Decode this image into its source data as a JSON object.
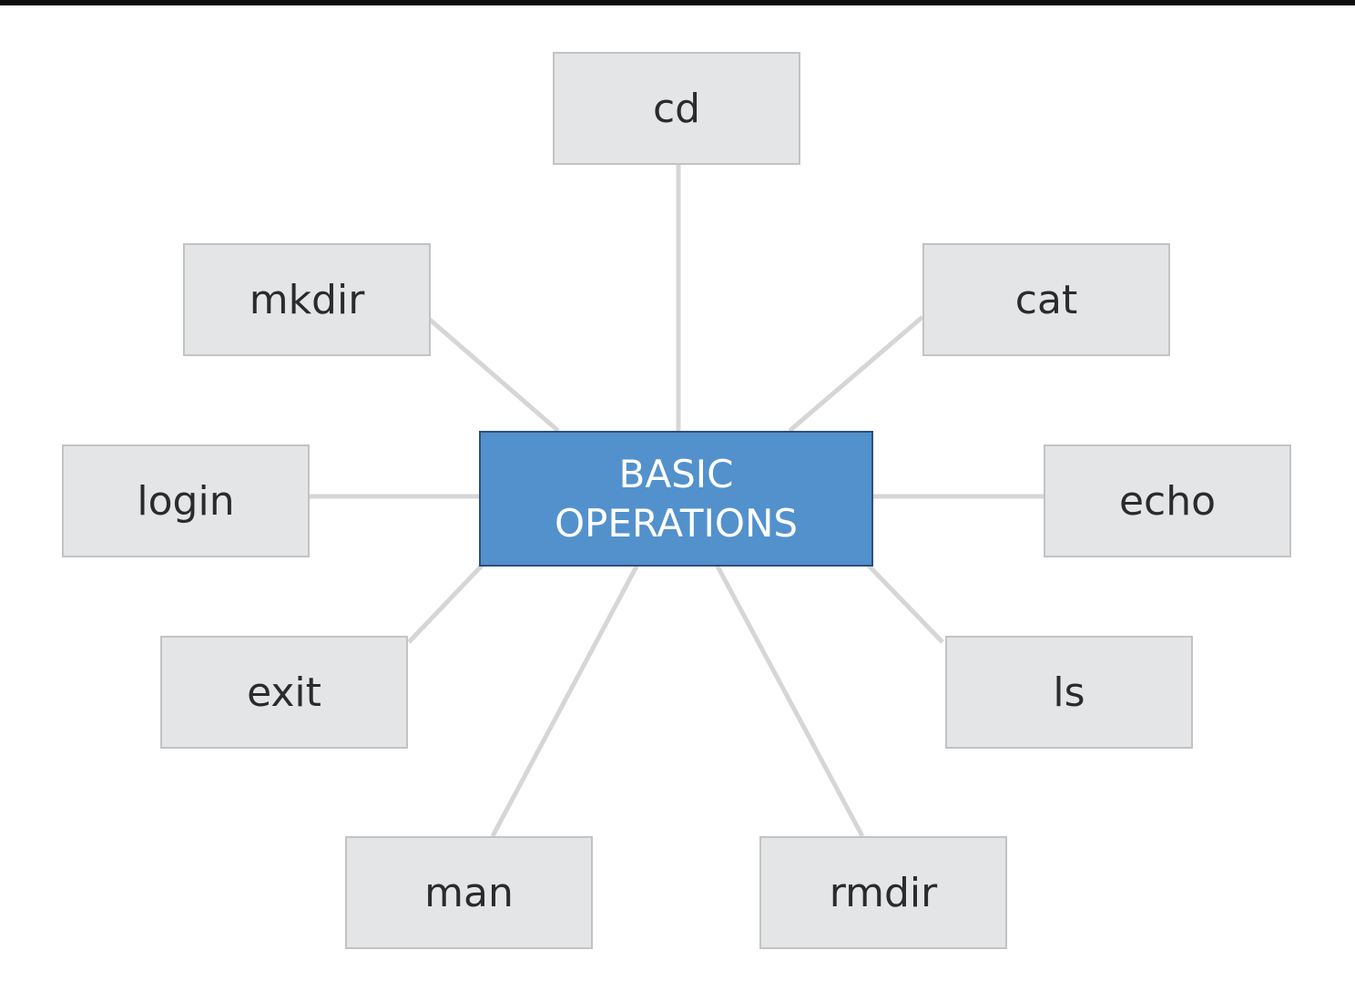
{
  "center": {
    "line1": "BASIC",
    "line2": "OPERATIONS"
  },
  "nodes": {
    "cd": "cd",
    "mkdir": "mkdir",
    "cat": "cat",
    "login": "login",
    "echo": "echo",
    "exit": "exit",
    "ls": "ls",
    "man": "man",
    "rmdir": "rmdir"
  },
  "colors": {
    "center_fill": "#5291cc",
    "node_fill": "#e4e5e7",
    "line": "#d6d6d6"
  }
}
